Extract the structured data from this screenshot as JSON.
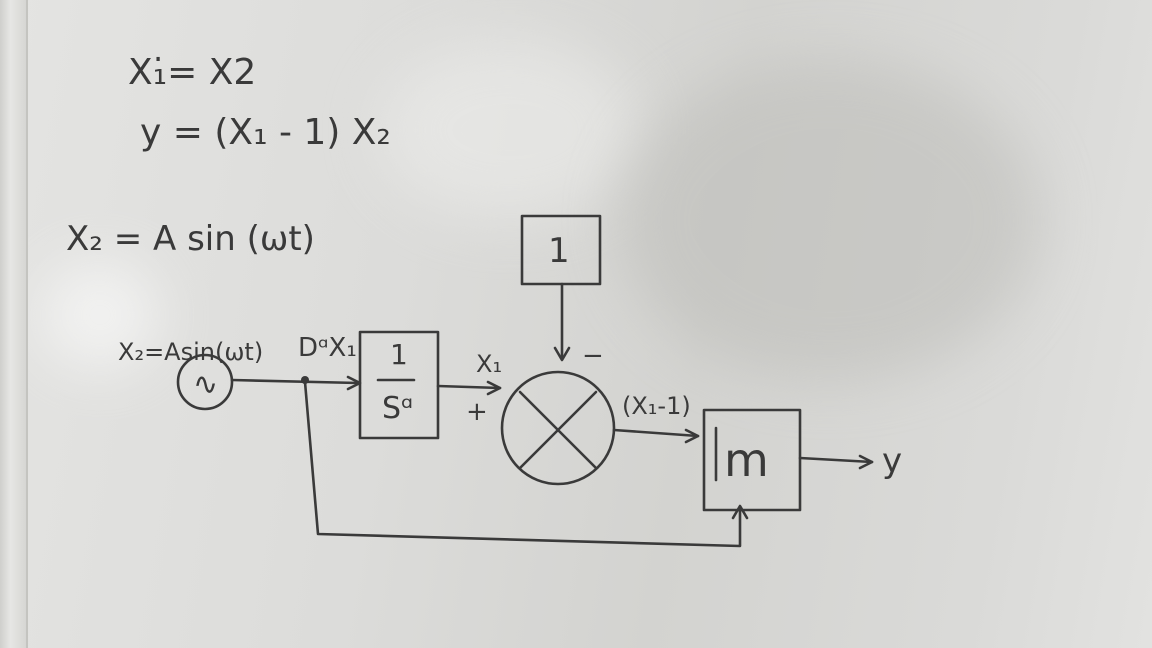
{
  "equations": {
    "line1": "X₁̇= X2",
    "line2": "y = (X₁ - 1) X₂",
    "line3": "X₂ = A sin (ωt)"
  },
  "diagram": {
    "source_label": "X₂=Asin(ωt)",
    "source_symbol": "∿",
    "derivative_label": "DᵅX₁",
    "integrator_top": "1",
    "integrator_bottom": "Sᵅ",
    "x1_label": "X₁",
    "plus_sign": "+",
    "constant_value": "1",
    "minus_sign": "−",
    "multiplier_output_label": "(X₁-1)",
    "multiplier_block": "m",
    "output_label": "y"
  }
}
